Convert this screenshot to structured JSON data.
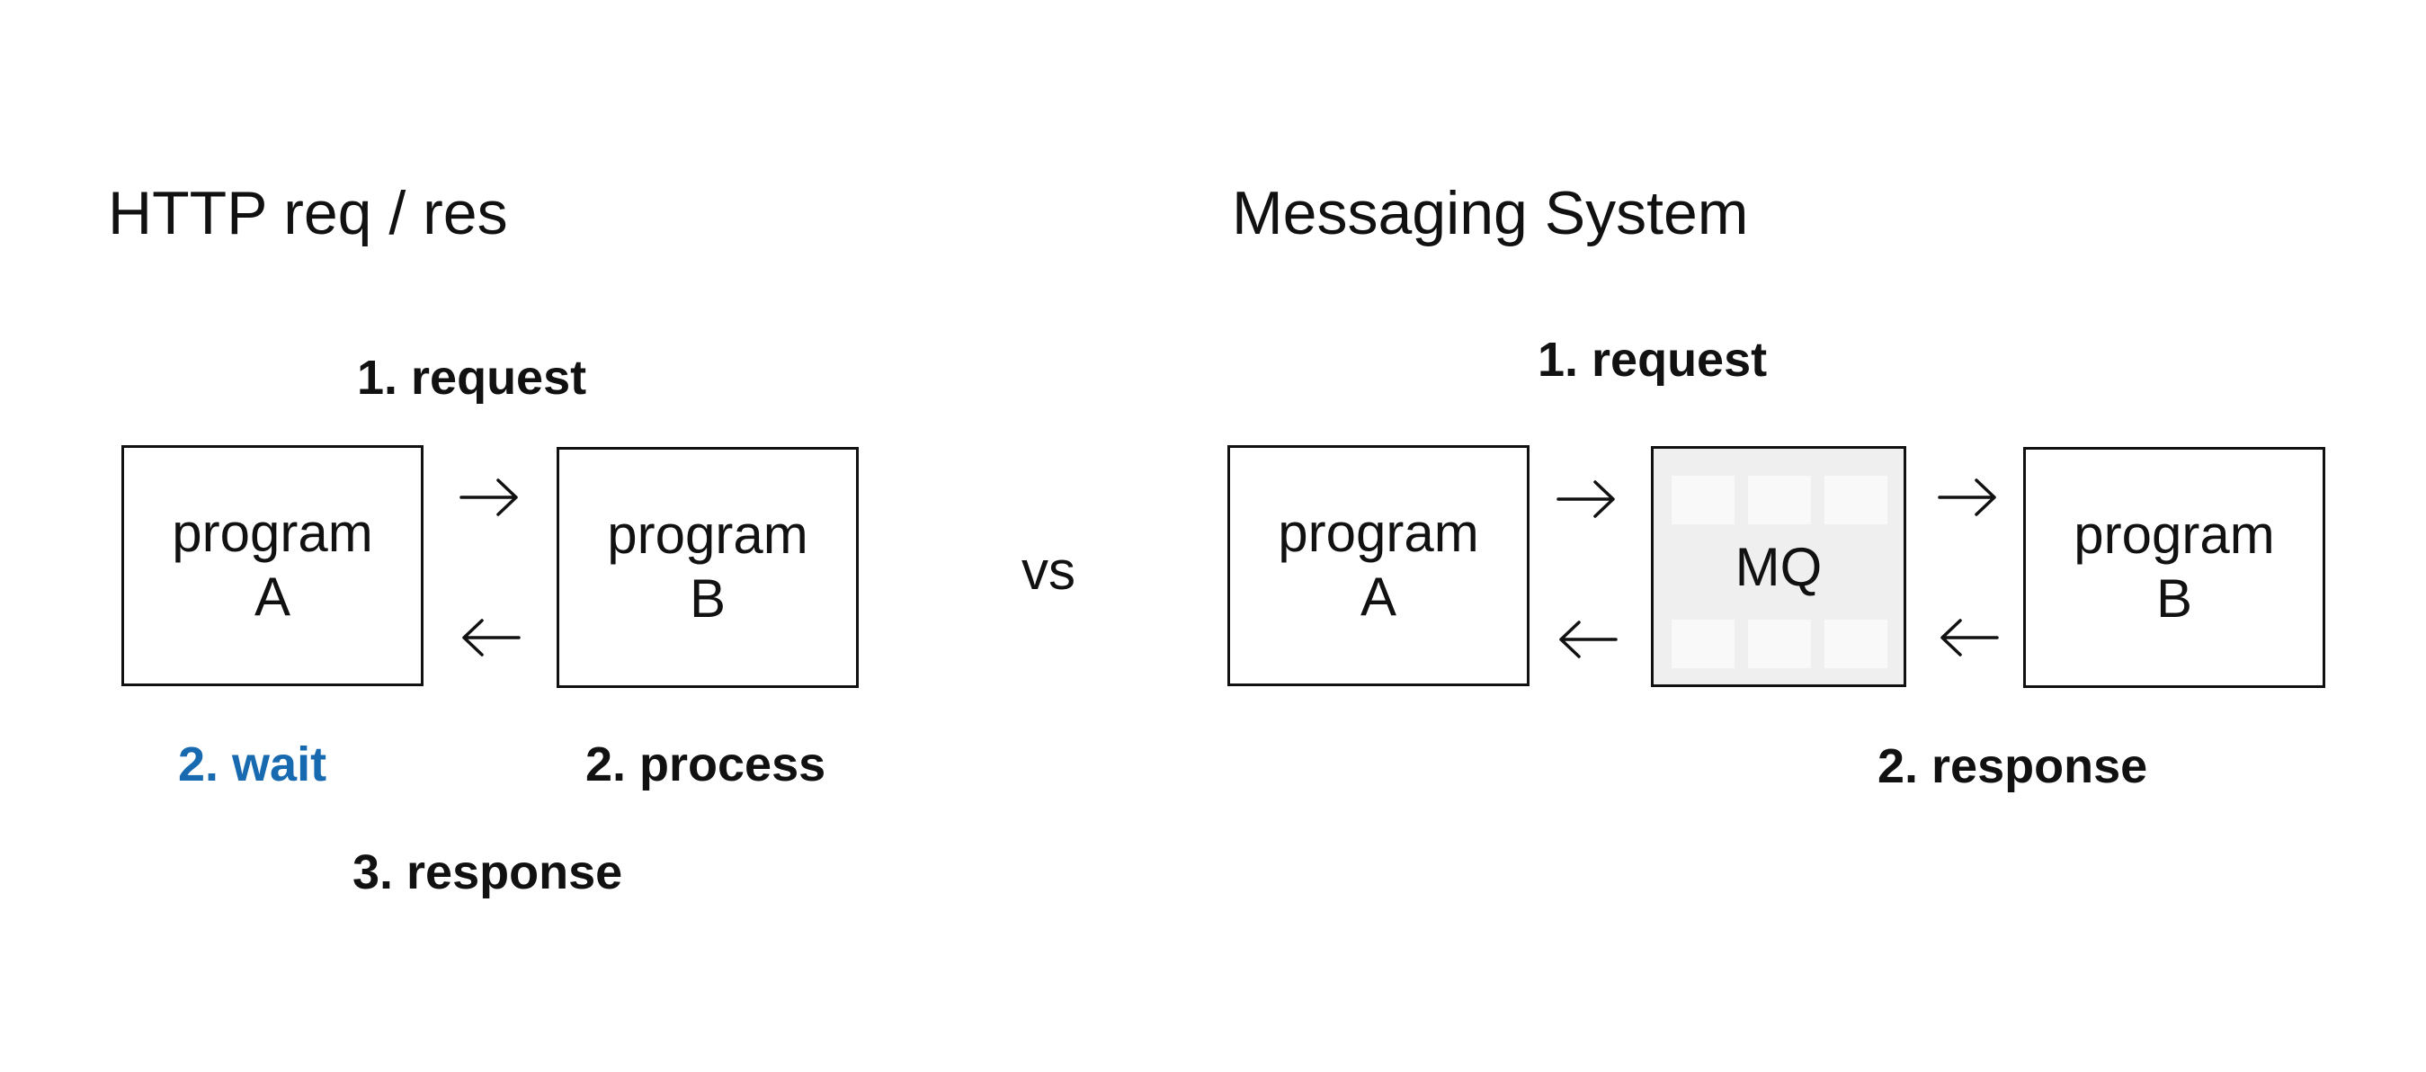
{
  "left": {
    "title": "HTTP req / res",
    "program_a": {
      "line1": "program",
      "line2": "A"
    },
    "program_b": {
      "line1": "program",
      "line2": "B"
    },
    "steps": {
      "request": "1. request",
      "wait": "2. wait",
      "process": "2. process",
      "response": "3. response"
    },
    "colors": {
      "highlight": "#1769b0"
    }
  },
  "separator": {
    "label": "vs"
  },
  "right": {
    "title": "Messaging System",
    "program_a": {
      "line1": "program",
      "line2": "A"
    },
    "queue": {
      "label": "MQ"
    },
    "program_b": {
      "line1": "program",
      "line2": "B"
    },
    "steps": {
      "request": "1. request",
      "response": "2. response"
    }
  },
  "icons": {
    "forward": "arrow-right-icon",
    "backward": "arrow-left-icon"
  }
}
